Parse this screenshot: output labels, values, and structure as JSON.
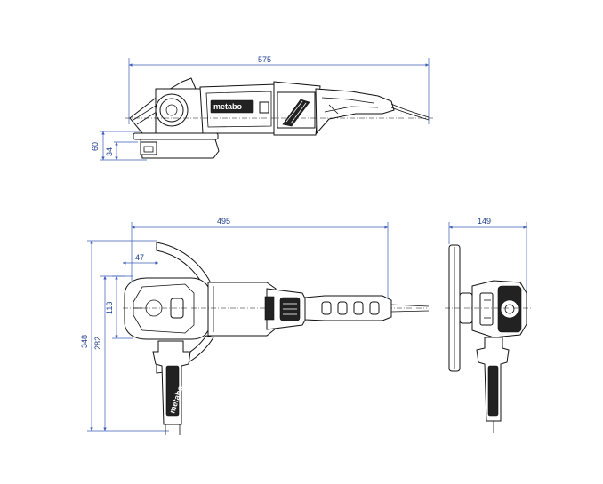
{
  "dimensions": {
    "overall_length_side": "575",
    "height_60": "60",
    "height_34": "34",
    "length_top": "495",
    "offset_47": "47",
    "width_113": "113",
    "height_282": "282",
    "height_348": "348",
    "width_149": "149"
  },
  "brand": {
    "logo_text": "metabo"
  },
  "colors": {
    "dimension": "#1f3f8f",
    "outline": "#111111",
    "dark_fill": "#222222"
  }
}
